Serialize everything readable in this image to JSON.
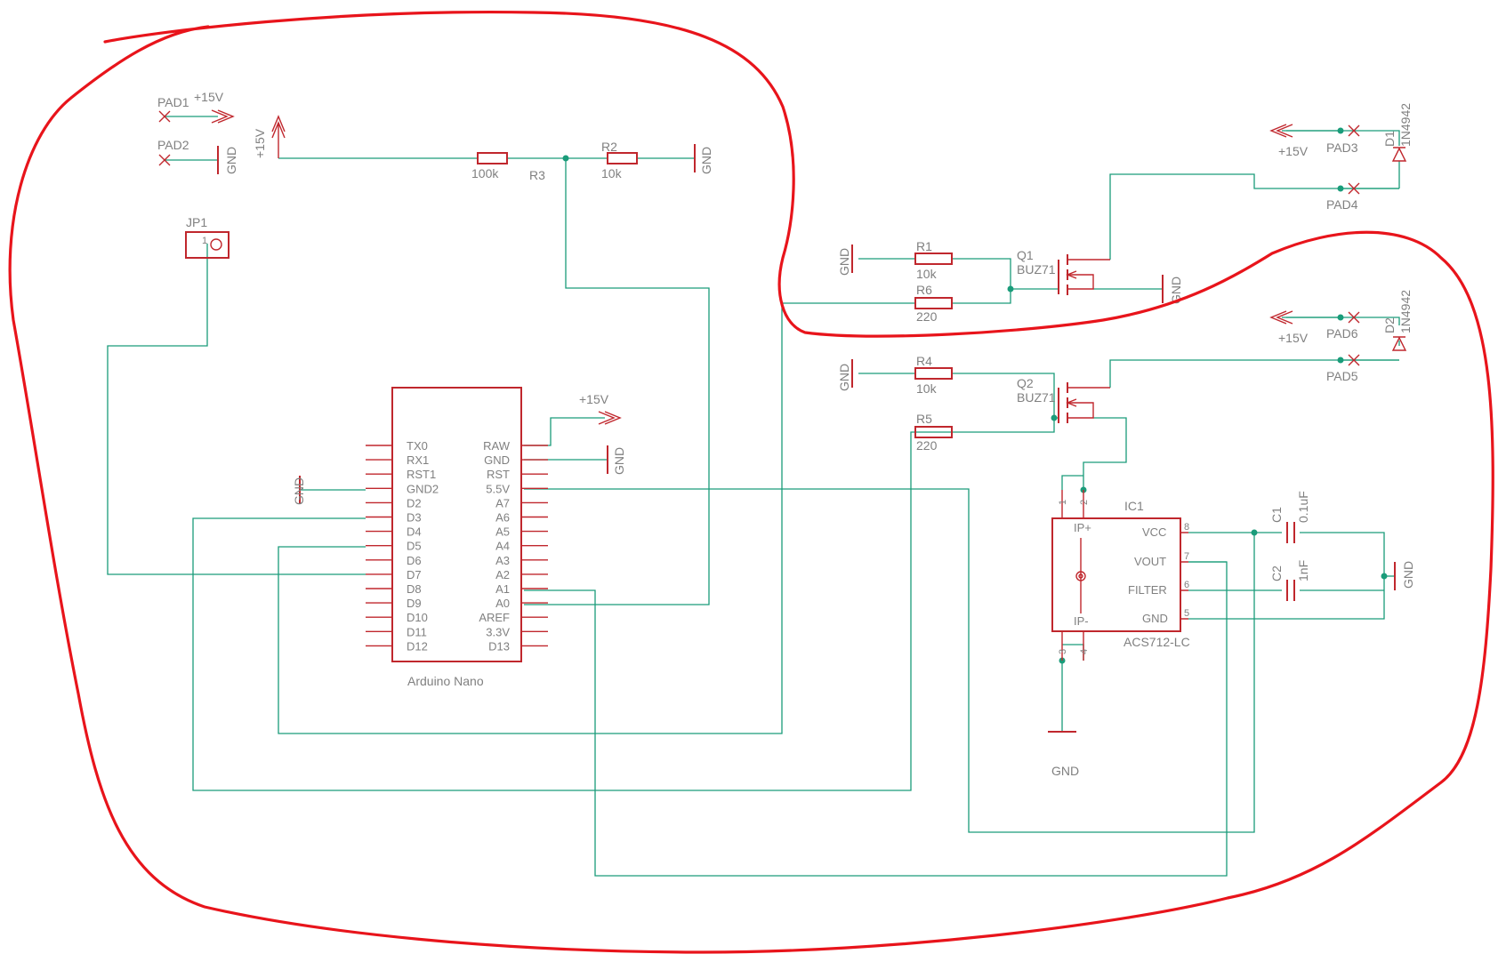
{
  "colors": {
    "symbol": "#c0272d",
    "wire": "#1a9c7a",
    "label": "#808080",
    "annotation": "#e8141b"
  },
  "pads": {
    "pad1": {
      "name": "PAD1",
      "supply": "+15V"
    },
    "pad2": {
      "name": "PAD2",
      "supply": "GND"
    },
    "pad3": {
      "name": "PAD3",
      "supply": "+15V"
    },
    "pad4": {
      "name": "PAD4"
    },
    "pad5": {
      "name": "PAD5"
    },
    "pad6": {
      "name": "PAD6",
      "supply": "+15V"
    }
  },
  "supplies": {
    "plus15": "+15V",
    "gnd": "GND"
  },
  "jumper": {
    "name": "JP1",
    "pin": "1"
  },
  "resistors": {
    "r1": {
      "name": "R1",
      "value": "10k"
    },
    "r2": {
      "name": "R2",
      "value": "10k"
    },
    "r3": {
      "name": "R3",
      "value": "100k"
    },
    "r4": {
      "name": "R4",
      "value": "10k"
    },
    "r5": {
      "name": "R5",
      "value": "220"
    },
    "r6": {
      "name": "R6",
      "value": "220"
    }
  },
  "transistors": {
    "q1": {
      "name": "Q1",
      "part": "BUZ71"
    },
    "q2": {
      "name": "Q2",
      "part": "BUZ71"
    }
  },
  "diodes": {
    "d1": {
      "name": "D1",
      "part": "1N4942"
    },
    "d2": {
      "name": "D2",
      "part": "1N4942"
    }
  },
  "capacitors": {
    "c1": {
      "name": "C1",
      "value": "0.1uF"
    },
    "c2": {
      "name": "C2",
      "value": "1nF"
    }
  },
  "arduino": {
    "label": "Arduino Nano",
    "left_pins": [
      "TX0",
      "RX1",
      "RST1",
      "GND2",
      "D2",
      "D3",
      "D4",
      "D5",
      "D6",
      "D7",
      "D8",
      "D9",
      "D10",
      "D11",
      "D12"
    ],
    "right_pins": [
      "RAW",
      "GND",
      "RST",
      "5.5V",
      "A7",
      "A6",
      "A5",
      "A4",
      "A3",
      "A2",
      "A1",
      "A0",
      "AREF",
      "3.3V",
      "D13"
    ]
  },
  "ic1": {
    "name": "IC1",
    "part": "ACS712-LC",
    "pins_left": [
      "IP+",
      "IP-"
    ],
    "pins_right": [
      "VCC",
      "VOUT",
      "FILTER",
      "GND"
    ],
    "pin_numbers": [
      "1",
      "2",
      "3",
      "4",
      "5",
      "6",
      "7",
      "8"
    ]
  }
}
